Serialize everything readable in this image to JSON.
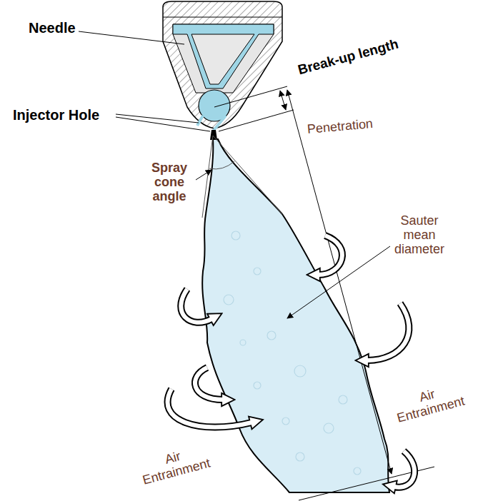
{
  "diagram": {
    "labels": [
      "Needle",
      "Injector Hole",
      "Break-up length",
      "Penetration",
      "Spray cone angle",
      "Sauter mean diameter",
      "Air Entrainment",
      "Air Entrainment"
    ]
  }
}
